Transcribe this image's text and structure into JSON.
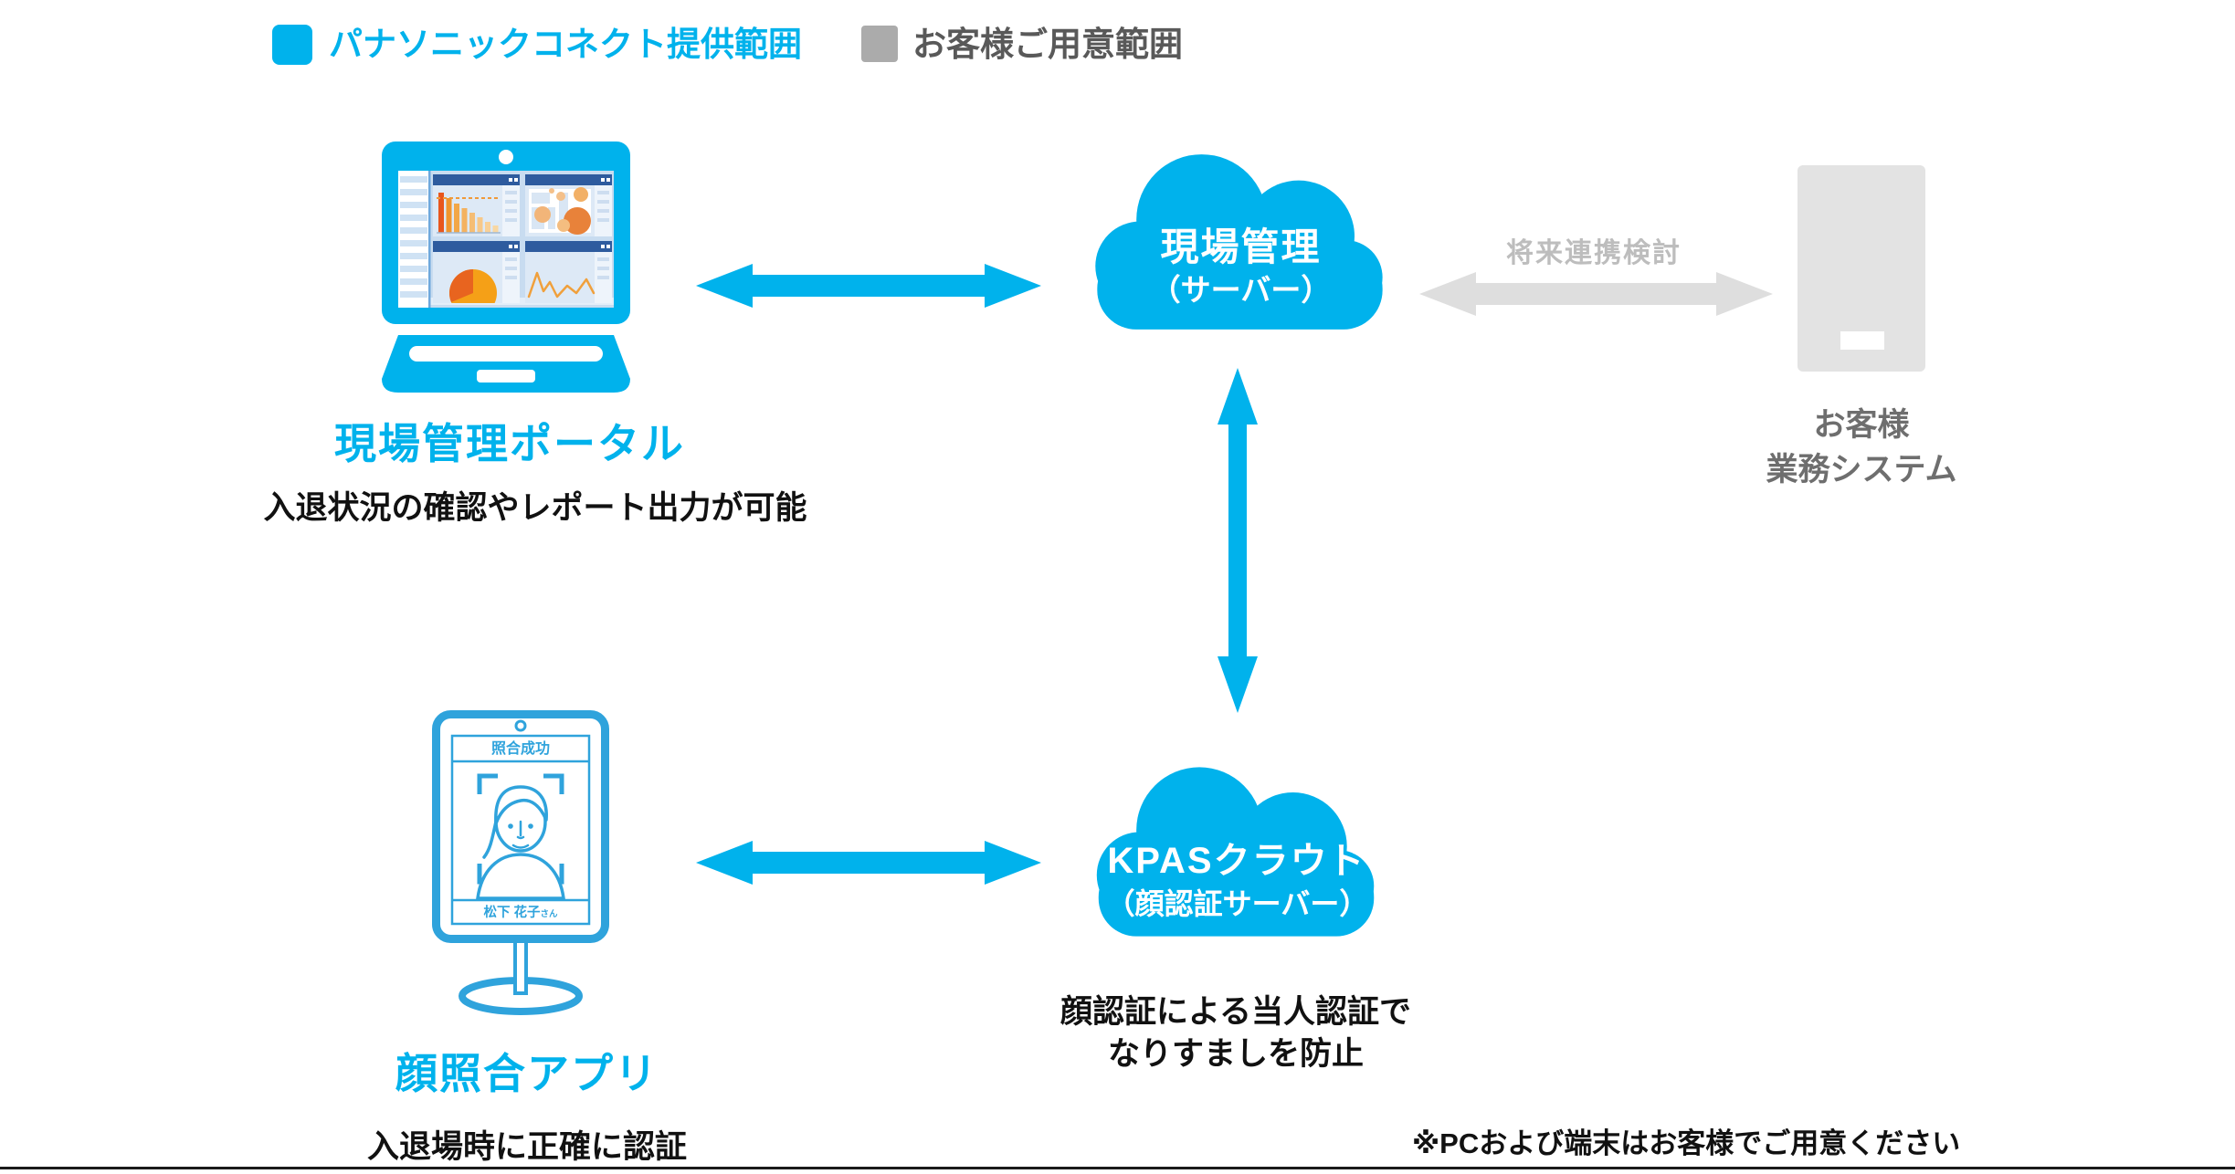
{
  "colors": {
    "accent_blue": "#00b2ec",
    "legend_gray_square": "#ababab",
    "legend_gray_text": "#595959",
    "gray_arrow": "#dedede",
    "future_label_gray": "#bdbdbd",
    "server_box_gray": "#e3e3e3",
    "server_label_gray": "#6e6e6e",
    "dashboard_header_navy": "#2e5b9e",
    "chart_orange": "#f0962d",
    "chart_red": "#e8571d"
  },
  "legend": {
    "provided_label": "パナソニックコネクト提供範囲",
    "customer_label": "お客様ご用意範囲"
  },
  "portal": {
    "title": "現場管理ポータル",
    "description": "入退状況の確認やレポート出力が可能"
  },
  "site_cloud": {
    "line1": "現場管理",
    "line2": "（サーバー）"
  },
  "kpas_cloud": {
    "line1": "KPASクラウド",
    "line2": "（顔認証サーバー）"
  },
  "kpas_note": {
    "line1": "顔認証による当人認証で",
    "line2": "なりすましを防止"
  },
  "face_app": {
    "title": "顔照合アプリ",
    "description": "入退場時に正確に認証",
    "screen_status": "照合成功",
    "screen_user": "松下 花子",
    "screen_user_suffix": "さん"
  },
  "customer_system": {
    "line1": "お客様",
    "line2": "業務システム"
  },
  "connections": {
    "future_link_label": "将来連携検討"
  },
  "footnote": "※PCおよび端末はお客様でご用意ください"
}
